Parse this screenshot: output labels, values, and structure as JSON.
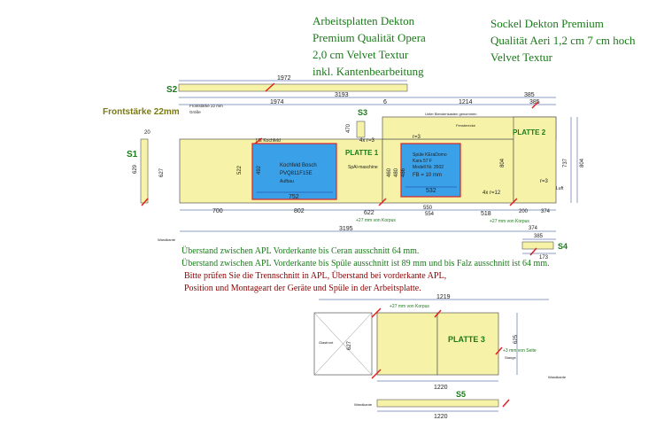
{
  "header_left": {
    "line1": "Arbeitsplatten Dekton",
    "line2": "Premium Qualität Opera",
    "line3": "2,0 cm Velvet Textur",
    "line4": "inkl. Kantenbearbeitung"
  },
  "header_right": {
    "line1": "Sockel Dekton Premium",
    "line2": "Qualität Aeri 1,2 cm 7 cm hoch",
    "line3": "Velvet Textur"
  },
  "frontstaerke": "Frontstärke 22mm",
  "labels": {
    "s1": "S1",
    "s2": "S2",
    "s3": "S3",
    "s4": "S4",
    "s5": "S5",
    "platte1": "PLATTE 1",
    "platte2": "PLATTE 2",
    "platte3": "PLATTE 3"
  },
  "dimensions": {
    "s2_len": "1972",
    "top_total": "3193",
    "top_6": "6",
    "top_1214": "1214",
    "top_385": "385",
    "top_385b": "385",
    "d1974": "1974",
    "d20": "20",
    "d629": "629",
    "d627": "627",
    "d470": "470",
    "d522": "522",
    "d492": "492",
    "d752": "752",
    "d700": "700",
    "d802": "802",
    "d622": "622",
    "d3195": "3195",
    "d480": "480",
    "d460": "460",
    "d486": "486",
    "d532": "532",
    "d550": "550",
    "d554": "554",
    "d518": "518",
    "d200": "200",
    "d374": "374",
    "d804": "804",
    "d737": "737",
    "d804b": "804",
    "d385": "385",
    "d173": "173",
    "d1219": "1219",
    "d627b": "627",
    "d625": "625",
    "d1220": "1220",
    "d1220b": "1220",
    "r3a": "4x r=3",
    "r3b": "r=3",
    "r12": "4x r=12",
    "r3c": "r=3"
  },
  "small_text": {
    "frontstaerke_small": "Frontstärke 22 mm",
    "groesse": "Größe",
    "ue_kochfeld": "UE Kochfeld",
    "kochfeld1": "Kochfeld Bosch",
    "kochfeld2": "PVQ811F15E",
    "kochfeld3": "Aufbau",
    "spuelmaschine": "SpAl-maschine",
    "spuele1": "Spüle KEraDomo",
    "spuele2": "Kara 57 F",
    "spuele3": "Modell Nr. 3502",
    "spuele4": "FB = 10 mm",
    "obenliegend": "Unter Blendenkasten genommen",
    "fensterecke": "Fensterecke",
    "luft": "Luft",
    "korpus1": "+27 mm von Korpus",
    "korpus2": "+27 mm von Korpus",
    "korpus3": "+27 mm von Korpus",
    "seite": "+3 mm von Seite",
    "wandkante": "Wandkante",
    "wandkante2": "Wandkante",
    "wandkante3": "Wandkante",
    "stange": "Stange",
    "glasfront": "Glasfront"
  },
  "notes": {
    "n1": "Überstand zwischen APL Vorderkante bis Ceran ausschnitt 64 mm.",
    "n2": "Überstand zwischen APL Vorderkante bis Spüle ausschnitt ist 89 mm und bis Falz ausschnitt ist 64 mm.",
    "n3": "Bitte prüfen Sie die Trennschnitt in APL, Überstand bei vorderkante APL,",
    "n4": "Position und Montageart der Geräte und Spüle in der Arbeitsplatte."
  },
  "colors": {
    "slab_fill": "#f6f3a8",
    "dim_line": "#1f3b8c",
    "cutout_fill": "#3aa0e8",
    "red_mark": "#e02020",
    "label_green": "#1a7a1a",
    "note_red": "#8b0000"
  }
}
